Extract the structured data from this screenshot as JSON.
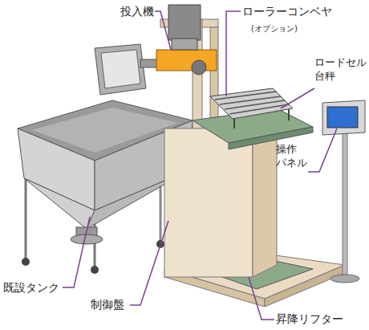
{
  "diagram": {
    "labels": [
      "投入機",
      "ローラーコンベヤ",
      "(オプション)",
      "ロードセル 台秤",
      "操作 パネル",
      "既設タンク",
      "制御盤",
      "昇降リフター"
    ]
  }
}
